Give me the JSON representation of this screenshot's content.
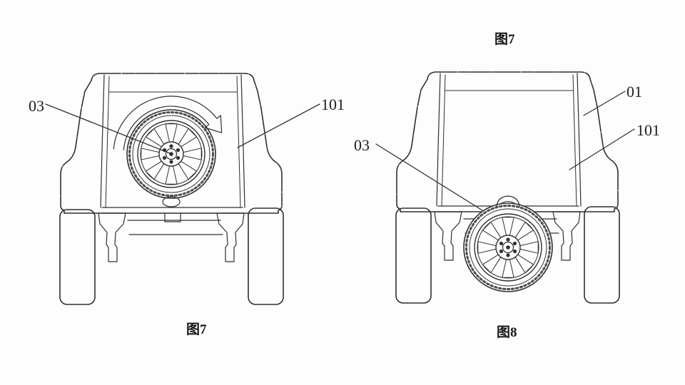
{
  "page": {
    "type": "patent-line-drawing",
    "background_color": "#fdfdfd",
    "line_color": "#2f2f2f",
    "text_color": "#1d1d1d",
    "top_caption": "图7"
  },
  "figure_left": {
    "caption": "图7",
    "description": "vehicle rear view with spare wheel mounted on tailgate, clockwise rotation arrow",
    "labels": {
      "spare_wheel": "03",
      "tailgate_panel": "101"
    }
  },
  "figure_right": {
    "caption": "图8",
    "description": "vehicle rear view with spare wheel lowered to ground between rear wheels",
    "labels": {
      "spare_wheel": "03",
      "body_side": "01",
      "tailgate_panel": "101"
    }
  }
}
